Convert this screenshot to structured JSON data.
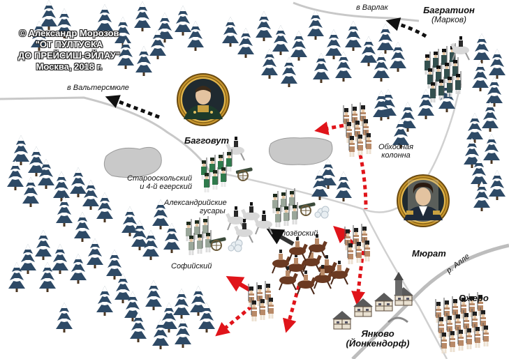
{
  "copyright": {
    "line1": "© Александр Морозов",
    "line2": "\"ОТ ПУЛТУСКА",
    "line3": "ДО ПРЕЙСИШ-ЭЙЛАУ\"",
    "line4": "Москва, 2018 г."
  },
  "labels": {
    "to_varlak": "в Варлак",
    "to_valtersmule": "в Вальтерсмюле",
    "bagration": "Багратион",
    "bagration_sub": "(Марков)",
    "baggovut": "Багговут",
    "obkhodnaya_1": "Обходная",
    "obkhodnaya_2": "колонна",
    "starooskolsky_1": "Старооскольский",
    "starooskolsky_2": "и 4-й егерский",
    "alexandria_1": "Александрийские",
    "alexandria_2": "гусары",
    "belozersky": "Белозёрский",
    "sofiysky": "Софийский",
    "murat": "Мюрат",
    "river": "р. Алле",
    "ozhero": "Ожеро",
    "yankovo_1": "Янково",
    "yankovo_2": "(Йонкендорф)"
  },
  "colors": {
    "russian_arrow": "#111111",
    "french_arrow": "#e0141a",
    "road": "#c8c8c8",
    "lake": "#c9c9c9",
    "tree": "#2e4a66",
    "russian_uniform": "#2f7a4c",
    "french_uniform": "#b98a68"
  },
  "icons": {
    "tree": "snowy-fir-tree-icon",
    "portrait": "general-portrait-icon",
    "infantry": "infantry-column-icon",
    "cannon": "artillery-icon",
    "cavalry": "cavalry-icon",
    "village": "village-houses-icon"
  }
}
